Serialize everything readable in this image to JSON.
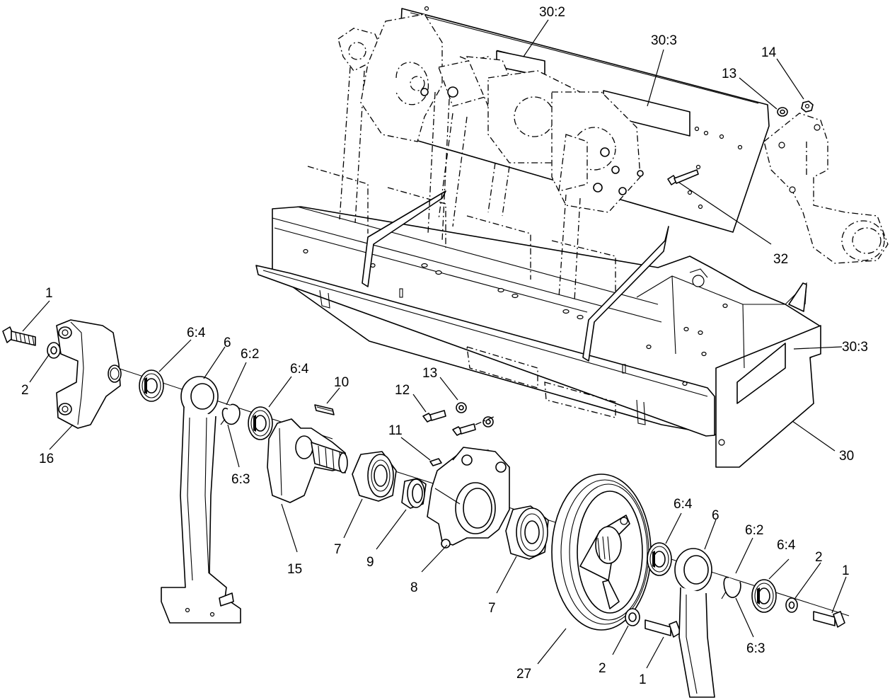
{
  "callouts": [
    {
      "id": "c-30-2-top",
      "label": "30:2"
    },
    {
      "id": "c-30-3-top",
      "label": "30:3"
    },
    {
      "id": "c-13-top",
      "label": "13"
    },
    {
      "id": "c-14-top",
      "label": "14"
    },
    {
      "id": "c-32",
      "label": "32"
    },
    {
      "id": "c-30-3-right",
      "label": "30:3"
    },
    {
      "id": "c-30",
      "label": "30"
    },
    {
      "id": "c-1-left",
      "label": "1"
    },
    {
      "id": "c-2-left",
      "label": "2"
    },
    {
      "id": "c-16",
      "label": "16"
    },
    {
      "id": "c-6-4-a",
      "label": "6:4"
    },
    {
      "id": "c-6-left",
      "label": "6"
    },
    {
      "id": "c-6-2-left",
      "label": "6:2"
    },
    {
      "id": "c-6-4-b",
      "label": "6:4"
    },
    {
      "id": "c-6-3-left",
      "label": "6:3"
    },
    {
      "id": "c-10",
      "label": "10"
    },
    {
      "id": "c-13-mid",
      "label": "13"
    },
    {
      "id": "c-12",
      "label": "12"
    },
    {
      "id": "c-11",
      "label": "11"
    },
    {
      "id": "c-15",
      "label": "15"
    },
    {
      "id": "c-7-left",
      "label": "7"
    },
    {
      "id": "c-9",
      "label": "9"
    },
    {
      "id": "c-8",
      "label": "8"
    },
    {
      "id": "c-7-right",
      "label": "7"
    },
    {
      "id": "c-27",
      "label": "27"
    },
    {
      "id": "c-6-4-c",
      "label": "6:4"
    },
    {
      "id": "c-6-right",
      "label": "6"
    },
    {
      "id": "c-6-2-right",
      "label": "6:2"
    },
    {
      "id": "c-6-4-d",
      "label": "6:4"
    },
    {
      "id": "c-2-right-top",
      "label": "2"
    },
    {
      "id": "c-1-right-top",
      "label": "1"
    },
    {
      "id": "c-6-3-right",
      "label": "6:3"
    },
    {
      "id": "c-2-right-bottom",
      "label": "2"
    },
    {
      "id": "c-1-right-bottom",
      "label": "1"
    }
  ]
}
